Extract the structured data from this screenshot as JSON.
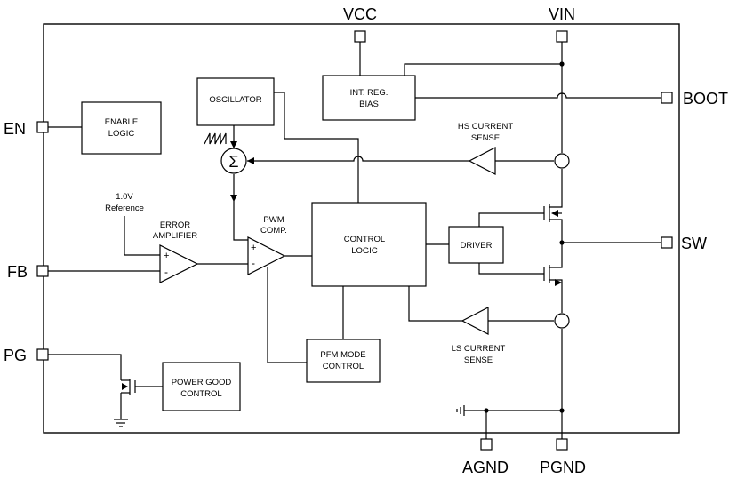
{
  "pins": {
    "vcc": "VCC",
    "vin": "VIN",
    "boot": "BOOT",
    "en": "EN",
    "fb": "FB",
    "pg": "PG",
    "sw": "SW",
    "agnd": "AGND",
    "pgnd": "PGND"
  },
  "blocks": {
    "enable_logic": [
      "ENABLE",
      "LOGIC"
    ],
    "oscillator": [
      "OSCILLATOR"
    ],
    "int_reg_bias": [
      "INT. REG.",
      "BIAS"
    ],
    "control_logic": [
      "CONTROL",
      "LOGIC"
    ],
    "driver": [
      "DRIVER"
    ],
    "pfm_mode_control": [
      "PFM MODE",
      "CONTROL"
    ],
    "power_good_control": [
      "POWER GOOD",
      "CONTROL"
    ]
  },
  "labels": {
    "reference": [
      "1.0V",
      "Reference"
    ],
    "error_amplifier": [
      "ERROR",
      "AMPLIFIER"
    ],
    "pwm_comp": [
      "PWM",
      "COMP."
    ],
    "hs_current_sense": [
      "HS CURRENT",
      "SENSE"
    ],
    "ls_current_sense": [
      "LS CURRENT",
      "SENSE"
    ],
    "sum_symbol": "Σ",
    "plus": "+",
    "minus": "-"
  }
}
